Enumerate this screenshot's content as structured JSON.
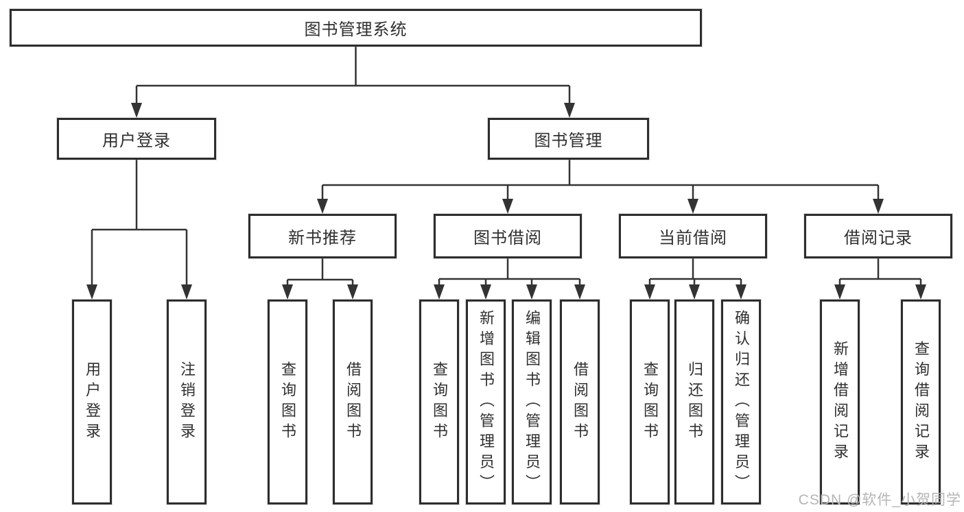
{
  "diagram": {
    "root": {
      "label": "图书管理系统"
    },
    "branches": [
      {
        "label": "用户登录",
        "children": [
          {
            "label": "用户登录"
          },
          {
            "label": "注销登录"
          }
        ]
      },
      {
        "label": "图书管理",
        "children": [
          {
            "label": "新书推荐",
            "children": [
              {
                "label": "查询图书"
              },
              {
                "label": "借阅图书"
              }
            ]
          },
          {
            "label": "图书借阅",
            "children": [
              {
                "label": "查询图书"
              },
              {
                "label": "新增图书（管理员）"
              },
              {
                "label": "编辑图书（管理员）"
              },
              {
                "label": "借阅图书"
              }
            ]
          },
          {
            "label": "当前借阅",
            "children": [
              {
                "label": "查询图书"
              },
              {
                "label": "归还图书"
              },
              {
                "label": "确认归还（管理员）"
              }
            ]
          },
          {
            "label": "借阅记录",
            "children": [
              {
                "label": "新增借阅记录"
              },
              {
                "label": "查询借阅记录"
              }
            ]
          }
        ]
      }
    ]
  },
  "watermark": {
    "text": "CSDN @软件_小贺同学"
  },
  "colors": {
    "line": "#333333",
    "box_border": "#2d2d2d",
    "text": "#2f2f2f",
    "watermark": "#b5b5b5",
    "background": "#ffffff"
  }
}
